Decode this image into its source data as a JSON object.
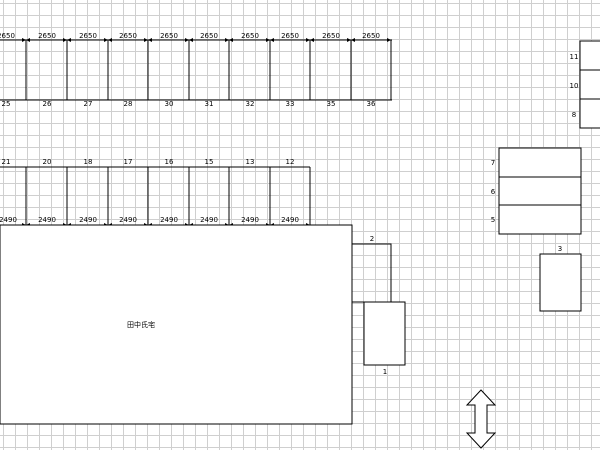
{
  "top_row": {
    "dimensions": [
      "2650",
      "2650",
      "2650",
      "2650",
      "2650",
      "2650",
      "2650",
      "2650",
      "2650",
      "2650"
    ],
    "numbers": [
      "25",
      "26",
      "27",
      "28",
      "30",
      "31",
      "32",
      "33",
      "35",
      "36"
    ]
  },
  "middle_row": {
    "numbers": [
      "21",
      "20",
      "18",
      "17",
      "16",
      "15",
      "13",
      "12"
    ],
    "dimensions": [
      "2490",
      "2490",
      "2490",
      "2490",
      "2490",
      "2490",
      "2490",
      "2490"
    ]
  },
  "building": {
    "label": "田中氏宅"
  },
  "right_upper": {
    "numbers": [
      "11",
      "10",
      "8"
    ]
  },
  "right_middle": {
    "numbers": [
      "7",
      "6",
      "5"
    ]
  },
  "spaces": {
    "two": "2",
    "one": "1",
    "three": "3"
  },
  "icons": {
    "up_down_arrow": "up-down-arrow-icon"
  }
}
